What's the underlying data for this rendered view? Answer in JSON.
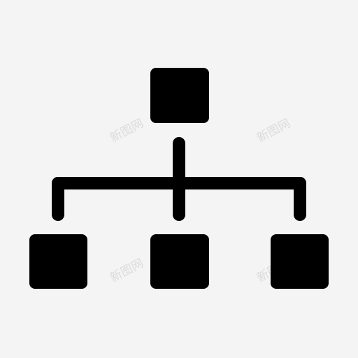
{
  "icon": {
    "name": "org-chart-icon",
    "color": "#000000",
    "background": "#f4f4f4"
  },
  "watermarks": [
    {
      "text": "新图网"
    },
    {
      "text": "新图网"
    },
    {
      "text": "新图网"
    },
    {
      "text": "新图网"
    }
  ]
}
